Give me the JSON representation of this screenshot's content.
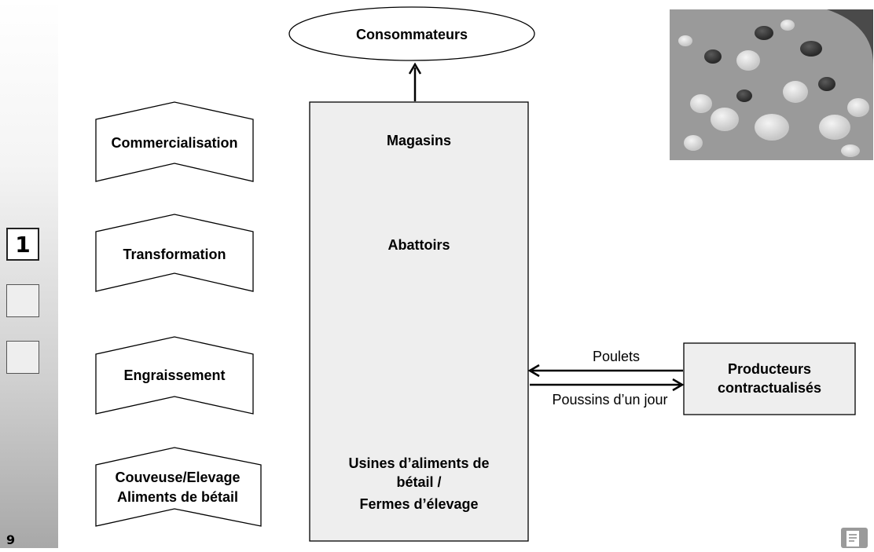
{
  "sidebar": {
    "steps": [
      "1",
      "",
      ""
    ],
    "page_number": "9"
  },
  "stages": [
    "Commercialisation",
    "Transformation",
    "Engraissement",
    "Couveuse/Elevage",
    "Aliments de bétail"
  ],
  "consumers": "Consommateurs",
  "main_box": {
    "shops": "Magasins",
    "slaughterhouses": "Abattoirs",
    "bottom_line1": "Usines d’aliments de",
    "bottom_line2": "bétail /",
    "bottom_line3": "Fermes d’élevage"
  },
  "producers": {
    "line1": "Producteurs",
    "line2": "contractualisés"
  },
  "flows": {
    "chickens": "Poulets",
    "chicks": "Poussins d’un jour"
  },
  "photo": {
    "icon": "photo-of-chicks"
  },
  "colors": {
    "box_fill": "#eeeeee",
    "stroke": "#000000"
  }
}
